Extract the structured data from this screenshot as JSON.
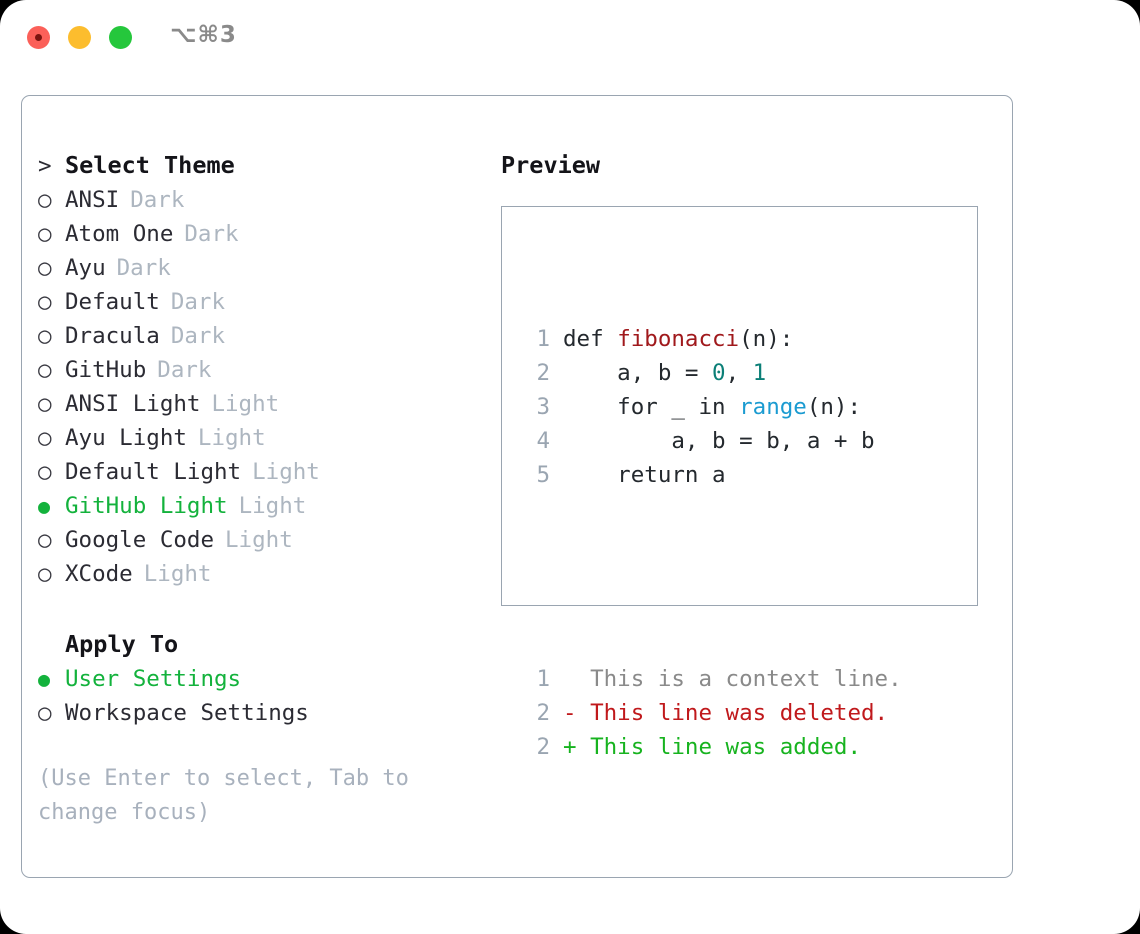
{
  "titlebar": {
    "shortcut": "⌥⌘3",
    "buttons": [
      {
        "name": "close",
        "color": "#fb6059"
      },
      {
        "name": "minimize",
        "color": "#fcbd2e"
      },
      {
        "name": "maximize",
        "color": "#25c73c"
      }
    ]
  },
  "colors": {
    "accent_green": "#13b23c",
    "border": "#9aa5b1",
    "muted": "#adb6c0",
    "text": "#2b2b33",
    "diff_add": "#17b31f",
    "diff_del": "#c0191c",
    "syntax_fn": "#a0191c",
    "syntax_num": "#0b7f77",
    "syntax_call": "#1b9bd1"
  },
  "theme_picker": {
    "prefix": ">",
    "title": "Select Theme",
    "marker_unselected": "○",
    "marker_selected": "●",
    "items": [
      {
        "name": "ANSI",
        "variant": "Dark",
        "selected": false
      },
      {
        "name": "Atom One",
        "variant": "Dark",
        "selected": false
      },
      {
        "name": "Ayu",
        "variant": "Dark",
        "selected": false
      },
      {
        "name": "Default",
        "variant": "Dark",
        "selected": false
      },
      {
        "name": "Dracula",
        "variant": "Dark",
        "selected": false
      },
      {
        "name": "GitHub",
        "variant": "Dark",
        "selected": false
      },
      {
        "name": "ANSI Light",
        "variant": "Light",
        "selected": false
      },
      {
        "name": "Ayu Light",
        "variant": "Light",
        "selected": false
      },
      {
        "name": "Default Light",
        "variant": "Light",
        "selected": false
      },
      {
        "name": "GitHub Light",
        "variant": "Light",
        "selected": true
      },
      {
        "name": "Google Code",
        "variant": "Light",
        "selected": false
      },
      {
        "name": "XCode",
        "variant": "Light",
        "selected": false
      }
    ]
  },
  "apply_to": {
    "title": "Apply To",
    "items": [
      {
        "name": "User Settings",
        "selected": true
      },
      {
        "name": "Workspace Settings",
        "selected": false
      }
    ]
  },
  "hint": "(Use Enter to select, Tab to change focus)",
  "preview": {
    "title": "Preview",
    "code_lines": [
      {
        "num": "1",
        "tokens": [
          {
            "text": "def ",
            "kind": "plain"
          },
          {
            "text": "fibonacci",
            "kind": "fn"
          },
          {
            "text": "(n):",
            "kind": "plain"
          }
        ]
      },
      {
        "num": "2",
        "tokens": [
          {
            "text": "    a, b = ",
            "kind": "plain"
          },
          {
            "text": "0",
            "kind": "num"
          },
          {
            "text": ", ",
            "kind": "plain"
          },
          {
            "text": "1",
            "kind": "num"
          }
        ]
      },
      {
        "num": "3",
        "tokens": [
          {
            "text": "    for _ in ",
            "kind": "plain"
          },
          {
            "text": "range",
            "kind": "call"
          },
          {
            "text": "(n):",
            "kind": "plain"
          }
        ]
      },
      {
        "num": "4",
        "tokens": [
          {
            "text": "        a, b = b, a + b",
            "kind": "plain"
          }
        ]
      },
      {
        "num": "5",
        "tokens": [
          {
            "text": "    return a",
            "kind": "plain"
          }
        ]
      }
    ],
    "diff_lines": [
      {
        "num": "1",
        "sign": " ",
        "text": " This is a context line.",
        "kind": "ctx"
      },
      {
        "num": "2",
        "sign": "-",
        "text": " This line was deleted.",
        "kind": "del"
      },
      {
        "num": "2",
        "sign": "+",
        "text": " This line was added.",
        "kind": "add"
      }
    ]
  }
}
